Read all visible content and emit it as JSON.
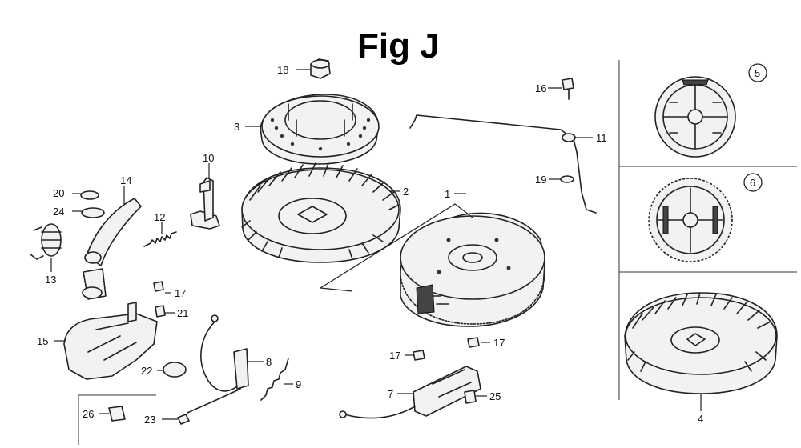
{
  "title": "Fig J",
  "callouts": {
    "c1": "1",
    "c2": "2",
    "c3": "3",
    "c4": "4",
    "c5": "5",
    "c6": "6",
    "c7": "7",
    "c8": "8",
    "c9": "9",
    "c10": "10",
    "c11": "11",
    "c12": "12",
    "c13": "13",
    "c14": "14",
    "c15": "15",
    "c16": "16",
    "c17a": "17",
    "c17b": "17",
    "c17c": "17",
    "c18": "18",
    "c19": "19",
    "c20": "20",
    "c21": "21",
    "c22": "22",
    "c23": "23",
    "c24": "24",
    "c25": "25",
    "c26": "26"
  }
}
